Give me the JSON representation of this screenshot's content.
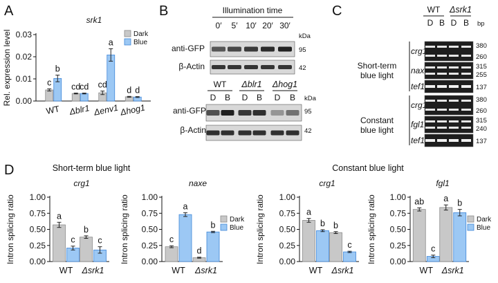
{
  "panels": {
    "A": "A",
    "B": "B",
    "C": "C",
    "D": "D"
  },
  "colors": {
    "dark": "#c8c8c8",
    "blue": "#9cc8f4",
    "dark_edge": "#8a8a8a",
    "blue_edge": "#3f86d8"
  },
  "legend": {
    "dark": "Dark",
    "blue": "Blue"
  },
  "blots": {
    "B_top": {
      "title": "Illumination time",
      "timepoints": [
        "0′",
        "5′",
        "10′",
        "20′",
        "30′"
      ],
      "kda_label": "kDa",
      "rows": [
        {
          "label": "anti-GFP",
          "kda": "95"
        },
        {
          "label": "β-Actin",
          "kda": "42"
        }
      ]
    },
    "B_bottom": {
      "strains": [
        "WT",
        "Δblr1",
        "Δhog1"
      ],
      "conditions": [
        "D",
        "B",
        "D",
        "B",
        "D",
        "B"
      ],
      "kda_label": "kDa",
      "rows": [
        {
          "label": "anti-GFP",
          "kda": "95"
        },
        {
          "label": "β-Actin",
          "kda": "42"
        }
      ]
    },
    "C": {
      "strains": [
        "WT",
        "Δsrk1"
      ],
      "conditions": [
        "D",
        "B",
        "D",
        "B"
      ],
      "bp_label": "bp",
      "group1_label": [
        "Short-term",
        "blue light"
      ],
      "group2_label": [
        "Constant",
        "blue light"
      ],
      "group1_genes": [
        {
          "gene": "crg1",
          "sizes": [
            "380",
            "260"
          ]
        },
        {
          "gene": "naxe",
          "sizes": [
            "315",
            "255"
          ]
        },
        {
          "gene": "tef1",
          "sizes": [
            "137"
          ]
        }
      ],
      "group2_genes": [
        {
          "gene": "crg1",
          "sizes": [
            "380",
            "260"
          ]
        },
        {
          "gene": "fgl1",
          "sizes": [
            "315",
            "240"
          ]
        },
        {
          "gene": "tef1",
          "sizes": [
            "137"
          ]
        }
      ]
    }
  },
  "section_titles": {
    "short": "Short-term blue light",
    "constant": "Constant blue light"
  },
  "chart_data": [
    {
      "id": "A",
      "type": "bar",
      "title": "srk1",
      "ylabel": "Rel. expression level",
      "ylim": [
        0,
        0.03
      ],
      "yticks": [
        "0.00",
        "0.01",
        "0.02",
        "0.03"
      ],
      "categories": [
        "WT",
        "Δblr1",
        "Δenv1",
        "Δhog1"
      ],
      "series": [
        {
          "name": "Dark",
          "values": [
            0.005,
            0.0034,
            0.0037,
            0.0019
          ],
          "errors": [
            0.0005,
            0.0002,
            0.0008,
            0.0002
          ]
        },
        {
          "name": "Blue",
          "values": [
            0.0102,
            0.0034,
            0.0208,
            0.0018
          ],
          "errors": [
            0.0015,
            0.0002,
            0.0028,
            0.0002
          ]
        }
      ],
      "letters": [
        [
          "c",
          "b"
        ],
        [
          "cd",
          "cd"
        ],
        [
          "cd",
          "a"
        ],
        [
          "d",
          "d"
        ]
      ],
      "legend": "top-right"
    },
    {
      "id": "D1",
      "type": "bar",
      "title": "crg1",
      "ylabel": "Intron splicing ratio",
      "ylim": [
        0,
        1.0
      ],
      "yticks": [
        "0.00",
        "0.25",
        "0.50",
        "0.75",
        "1.00"
      ],
      "categories": [
        "WT",
        "Δsrk1"
      ],
      "series": [
        {
          "name": "Dark",
          "values": [
            0.57,
            0.38
          ],
          "errors": [
            0.04,
            0.02
          ]
        },
        {
          "name": "Blue",
          "values": [
            0.21,
            0.18
          ],
          "errors": [
            0.03,
            0.05
          ]
        }
      ],
      "letters": [
        [
          "a",
          "c"
        ],
        [
          "b",
          "c"
        ]
      ]
    },
    {
      "id": "D2",
      "type": "bar",
      "title": "naxe",
      "ylabel": "Intron splicing ratio",
      "ylim": [
        0,
        1.0
      ],
      "yticks": [
        "0.00",
        "0.25",
        "0.50",
        "0.75",
        "1.00"
      ],
      "categories": [
        "WT",
        "Δsrk1"
      ],
      "series": [
        {
          "name": "Dark",
          "values": [
            0.23,
            0.06
          ],
          "errors": [
            0.015,
            0.008
          ]
        },
        {
          "name": "Blue",
          "values": [
            0.73,
            0.46
          ],
          "errors": [
            0.03,
            0.01
          ]
        }
      ],
      "letters": [
        [
          "c",
          "a"
        ],
        [
          "d",
          "b"
        ]
      ],
      "legend": "right"
    },
    {
      "id": "D3",
      "type": "bar",
      "title": "crg1",
      "ylabel": "Intron splicing ratio",
      "ylim": [
        0,
        1.0
      ],
      "yticks": [
        "0.00",
        "0.25",
        "0.50",
        "0.75",
        "1.00"
      ],
      "categories": [
        "WT",
        "Δsrk1"
      ],
      "series": [
        {
          "name": "Dark",
          "values": [
            0.64,
            0.45
          ],
          "errors": [
            0.03,
            0.015
          ]
        },
        {
          "name": "Blue",
          "values": [
            0.48,
            0.15
          ],
          "errors": [
            0.015,
            0.01
          ]
        }
      ],
      "letters": [
        [
          "a",
          "b"
        ],
        [
          "b",
          "c"
        ]
      ]
    },
    {
      "id": "D4",
      "type": "bar",
      "title": "fgl1",
      "ylabel": "Intron splicing ratio",
      "ylim": [
        0,
        1.0
      ],
      "yticks": [
        "0.00",
        "0.25",
        "0.50",
        "0.75",
        "1.00"
      ],
      "categories": [
        "WT",
        "Δsrk1"
      ],
      "series": [
        {
          "name": "Dark",
          "values": [
            0.81,
            0.84
          ],
          "errors": [
            0.025,
            0.04
          ]
        },
        {
          "name": "Blue",
          "values": [
            0.08,
            0.76
          ],
          "errors": [
            0.02,
            0.05
          ]
        }
      ],
      "letters": [
        [
          "ab",
          "c"
        ],
        [
          "a",
          "b"
        ]
      ],
      "legend": "right"
    }
  ]
}
